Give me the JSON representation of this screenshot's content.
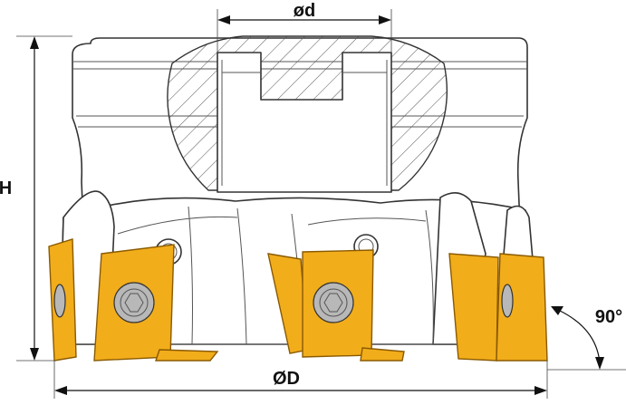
{
  "labels": {
    "bore_diameter": "ød",
    "cutter_diameter": "ØD",
    "height": "H",
    "angle": "90°"
  },
  "colors": {
    "insert": "#f2ad1b",
    "insert_edge": "#8a5a00",
    "line": "#333333",
    "screw": "#b8b8b8",
    "background": "#ffffff"
  }
}
